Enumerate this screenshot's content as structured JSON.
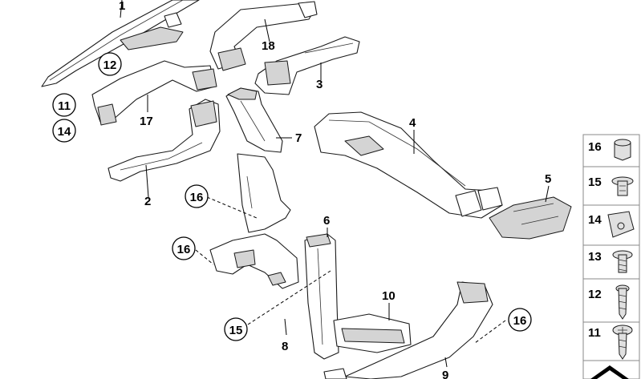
{
  "diagram": {
    "callouts": {
      "c1": "1",
      "c2": "2",
      "c3": "3",
      "c4": "4",
      "c5": "5",
      "c6": "6",
      "c7": "7",
      "c8": "8",
      "c9": "9",
      "c10": "10",
      "c11": "11",
      "c12": "12",
      "c14": "14",
      "c15": "15",
      "c16a": "16",
      "c16b": "16",
      "c16c": "16",
      "c17": "17",
      "c18": "18"
    },
    "legend": [
      {
        "label": "16",
        "icon": "push-nut-icon"
      },
      {
        "label": "15",
        "icon": "expanding-rivet-icon"
      },
      {
        "label": "14",
        "icon": "clip-nut-icon"
      },
      {
        "label": "13",
        "icon": "hex-screw-icon"
      },
      {
        "label": "12",
        "icon": "self-tapping-screw-icon"
      },
      {
        "label": "11",
        "icon": "phillips-screw-icon"
      }
    ]
  }
}
